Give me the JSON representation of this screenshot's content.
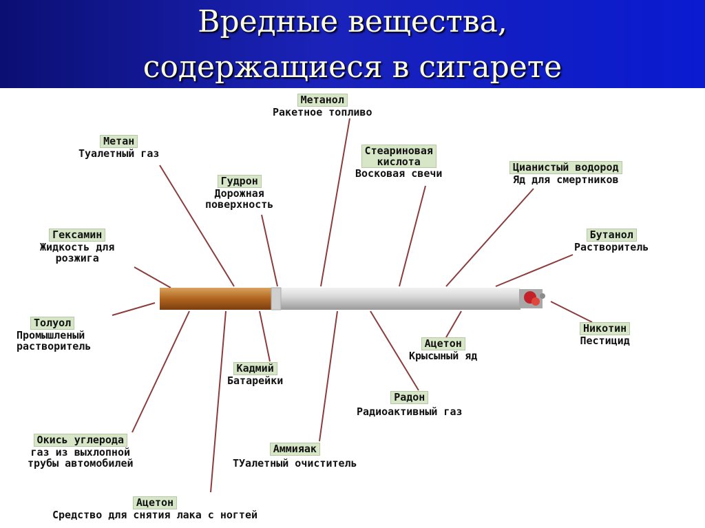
{
  "title": {
    "line1": "Вредные вещества,",
    "line2": "содержащиеся в  сигарете"
  },
  "colors": {
    "header": "#1a22b8",
    "title_text": "#fbfbe0",
    "label_bg": "#d8e6c8",
    "line": "#8b3b3b",
    "filter": "#b36a22"
  },
  "labels": {
    "metanol": {
      "name": "Метанол",
      "desc": "Ракетное топливо"
    },
    "metan": {
      "name": "Метан",
      "desc": "Туалетный газ"
    },
    "stearin": {
      "name": "Стеариновая",
      "name2": "кислота",
      "desc": "Восковая свечи"
    },
    "cyan": {
      "name": "Цианистый водород",
      "desc": "Яд для смертников"
    },
    "gudron": {
      "name": "Гудрон",
      "desc": "Дорожная",
      "desc2": "поверхность"
    },
    "geksamin": {
      "name": "Гексамин",
      "desc": "Жидкость для",
      "desc2": "розжига"
    },
    "butanol": {
      "name": "Бутанол",
      "desc": "Растворитель"
    },
    "toluol": {
      "name": "Толуол",
      "desc": "Промышленый",
      "desc2": "растворитель"
    },
    "nikotin": {
      "name": "Никотин",
      "desc": "Пестицид"
    },
    "aceton1": {
      "name": "Ацетон",
      "desc": "Крысыный яд"
    },
    "kadmiy": {
      "name": "Кадмий",
      "desc": "Батарейки"
    },
    "radon": {
      "name": "Радон",
      "desc": "Радиоактивный газ"
    },
    "okis": {
      "name": "Окись углерода",
      "desc": "газ из выхлопной",
      "desc2": "трубы автомобилей"
    },
    "ammiak": {
      "name": "Аммияак",
      "desc": "ТУалетный очиститель"
    },
    "aceton2": {
      "name": "Ацетон",
      "desc": "Средство для снятия лака с ногтей"
    }
  }
}
